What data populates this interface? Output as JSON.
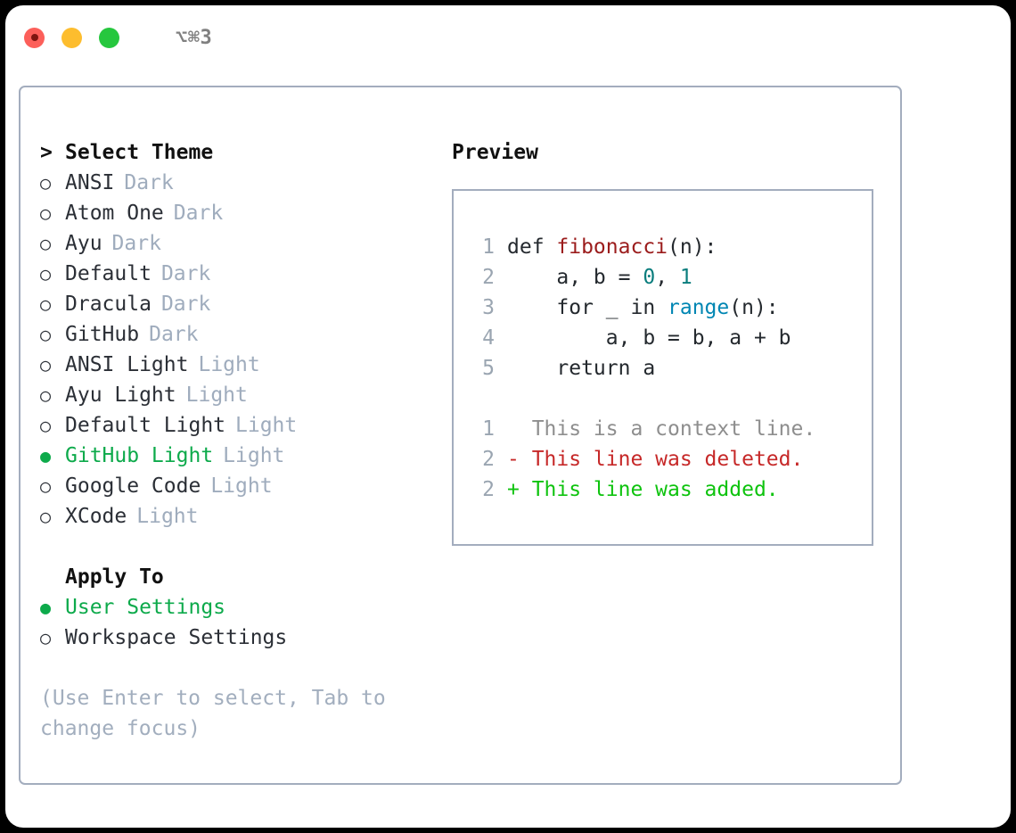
{
  "titlebar": {
    "shortcut": "⌥⌘3",
    "buttons": [
      "close",
      "minimize",
      "maximize"
    ]
  },
  "theme_list": {
    "header_caret": ">",
    "header": "Select Theme",
    "marker_selected": "●",
    "marker_unselected": "○",
    "items": [
      {
        "label": "ANSI",
        "badge": "Dark",
        "selected": false
      },
      {
        "label": "Atom One",
        "badge": "Dark",
        "selected": false
      },
      {
        "label": "Ayu",
        "badge": "Dark",
        "selected": false
      },
      {
        "label": "Default",
        "badge": "Dark",
        "selected": false
      },
      {
        "label": "Dracula",
        "badge": "Dark",
        "selected": false
      },
      {
        "label": "GitHub",
        "badge": "Dark",
        "selected": false
      },
      {
        "label": "ANSI Light",
        "badge": "Light",
        "selected": false
      },
      {
        "label": "Ayu Light",
        "badge": "Light",
        "selected": false
      },
      {
        "label": "Default Light",
        "badge": "Light",
        "selected": false
      },
      {
        "label": "GitHub Light",
        "badge": "Light",
        "selected": true
      },
      {
        "label": "Google Code",
        "badge": "Light",
        "selected": false
      },
      {
        "label": "XCode",
        "badge": "Light",
        "selected": false
      }
    ]
  },
  "apply_to": {
    "header": "Apply To",
    "items": [
      {
        "label": "User Settings",
        "selected": true
      },
      {
        "label": "Workspace Settings",
        "selected": false
      }
    ]
  },
  "hint": "(Use Enter to select, Tab to change focus)",
  "preview": {
    "header": "Preview",
    "code_lines": [
      {
        "no": "1",
        "tokens": [
          {
            "t": "def ",
            "c": "plain"
          },
          {
            "t": "fibonacci",
            "c": "func"
          },
          {
            "t": "(n):",
            "c": "plain"
          }
        ]
      },
      {
        "no": "2",
        "tokens": [
          {
            "t": "    a, b = ",
            "c": "plain"
          },
          {
            "t": "0",
            "c": "num"
          },
          {
            "t": ", ",
            "c": "plain"
          },
          {
            "t": "1",
            "c": "num"
          }
        ]
      },
      {
        "no": "3",
        "tokens": [
          {
            "t": "    for _ in ",
            "c": "plain"
          },
          {
            "t": "range",
            "c": "call"
          },
          {
            "t": "(n):",
            "c": "plain"
          }
        ]
      },
      {
        "no": "4",
        "tokens": [
          {
            "t": "        a, b = b, a + b",
            "c": "plain"
          }
        ]
      },
      {
        "no": "5",
        "tokens": [
          {
            "t": "    return a",
            "c": "plain"
          }
        ]
      }
    ],
    "diff_lines": [
      {
        "no": "1",
        "sign": "  ",
        "text": "This is a context line.",
        "kind": "context"
      },
      {
        "no": "2",
        "sign": "- ",
        "text": "This line was deleted.",
        "kind": "del"
      },
      {
        "no": "2",
        "sign": "+ ",
        "text": "This line was added.",
        "kind": "add"
      }
    ]
  },
  "colors": {
    "accent_green": "#0daa4b",
    "diff_add": "#0ec30e",
    "diff_del": "#c62828",
    "border": "#a3adbe",
    "muted": "#9facbd",
    "func": "#9b1c1c",
    "number": "#0a7d7d",
    "call": "#0086b3"
  }
}
